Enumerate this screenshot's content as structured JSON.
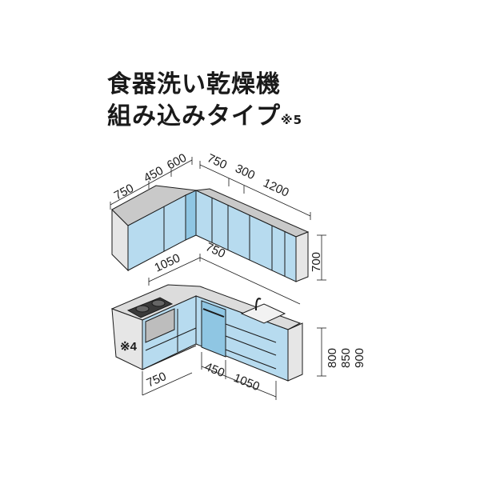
{
  "title": {
    "line1": "食器洗い乾燥機",
    "line2": "組み込みタイプ",
    "note_mark": "※5"
  },
  "upper_cabinets": {
    "left_run": [
      "750",
      "450",
      "600"
    ],
    "right_run": [
      "750",
      "300",
      "1200"
    ],
    "height": "700",
    "soffit_left": "1050",
    "soffit_right": "750"
  },
  "lower_cabinets": {
    "left_depth": "750",
    "right_run": [
      "450",
      "1050"
    ],
    "heights": [
      "800",
      "850",
      "900"
    ],
    "note_mark": "※4"
  },
  "colors": {
    "door_blue": "#b7dbef",
    "door_blue_dark": "#8fc6e3",
    "side_gray": "#e6e6e6",
    "top_gray": "#c9c9c9",
    "line": "#1a1a1a"
  }
}
